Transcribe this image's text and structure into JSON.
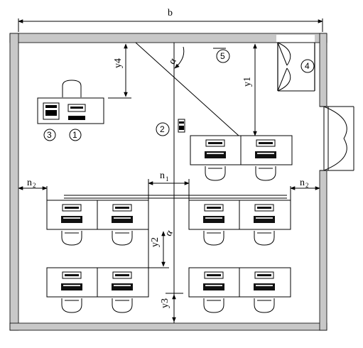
{
  "dimensions": {
    "width_label": "b",
    "y1": "y1",
    "y2": "y2",
    "y3": "y3",
    "y4": "y4",
    "n1": "n",
    "n1_sub": "1",
    "n2": "n",
    "n2_sub": "2",
    "angle": "α"
  },
  "markers": {
    "m1": "1",
    "m2": "2",
    "m3": "3",
    "m4": "4",
    "m5": "5"
  },
  "colors": {
    "wall": "#c8c8c8",
    "line": "#000000",
    "keyboard": "#111111"
  },
  "icons": [
    "desk-icon",
    "chair-icon",
    "monitor-icon",
    "keyboard-icon",
    "printer-icon",
    "door-icon",
    "telephone-icon"
  ]
}
